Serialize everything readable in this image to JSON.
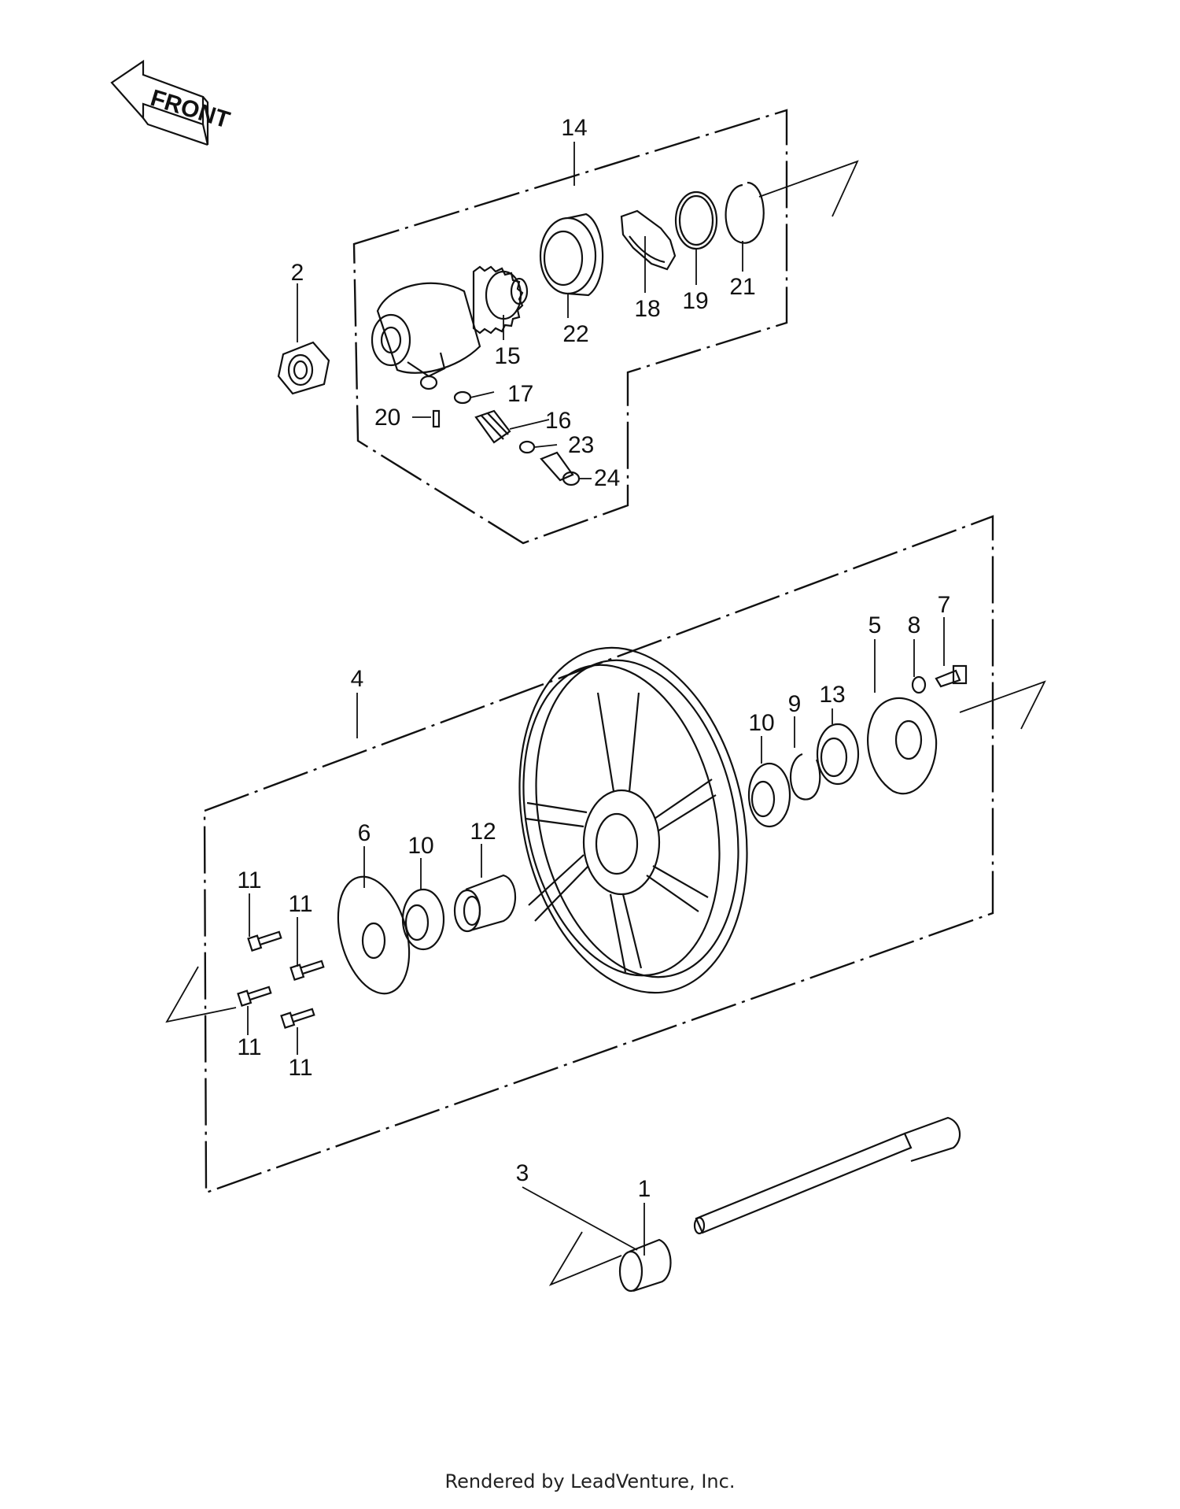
{
  "front_arrow": {
    "label": "FRONT"
  },
  "callouts": [
    {
      "id": "c1",
      "num": "1"
    },
    {
      "id": "c2",
      "num": "2"
    },
    {
      "id": "c3",
      "num": "3"
    },
    {
      "id": "c4",
      "num": "4"
    },
    {
      "id": "c5",
      "num": "5"
    },
    {
      "id": "c6",
      "num": "6"
    },
    {
      "id": "c7",
      "num": "7"
    },
    {
      "id": "c8",
      "num": "8"
    },
    {
      "id": "c9",
      "num": "9"
    },
    {
      "id": "c10a",
      "num": "10"
    },
    {
      "id": "c10b",
      "num": "10"
    },
    {
      "id": "c11a",
      "num": "11"
    },
    {
      "id": "c11b",
      "num": "11"
    },
    {
      "id": "c11c",
      "num": "11"
    },
    {
      "id": "c11d",
      "num": "11"
    },
    {
      "id": "c12",
      "num": "12"
    },
    {
      "id": "c13",
      "num": "13"
    },
    {
      "id": "c14",
      "num": "14"
    },
    {
      "id": "c15",
      "num": "15"
    },
    {
      "id": "c16",
      "num": "16"
    },
    {
      "id": "c17",
      "num": "17"
    },
    {
      "id": "c18",
      "num": "18"
    },
    {
      "id": "c19",
      "num": "19"
    },
    {
      "id": "c20",
      "num": "20"
    },
    {
      "id": "c21",
      "num": "21"
    },
    {
      "id": "c22",
      "num": "22"
    },
    {
      "id": "c23",
      "num": "23"
    },
    {
      "id": "c24",
      "num": "24"
    }
  ],
  "footer": {
    "credit": "Rendered by LeadVenture, Inc."
  }
}
